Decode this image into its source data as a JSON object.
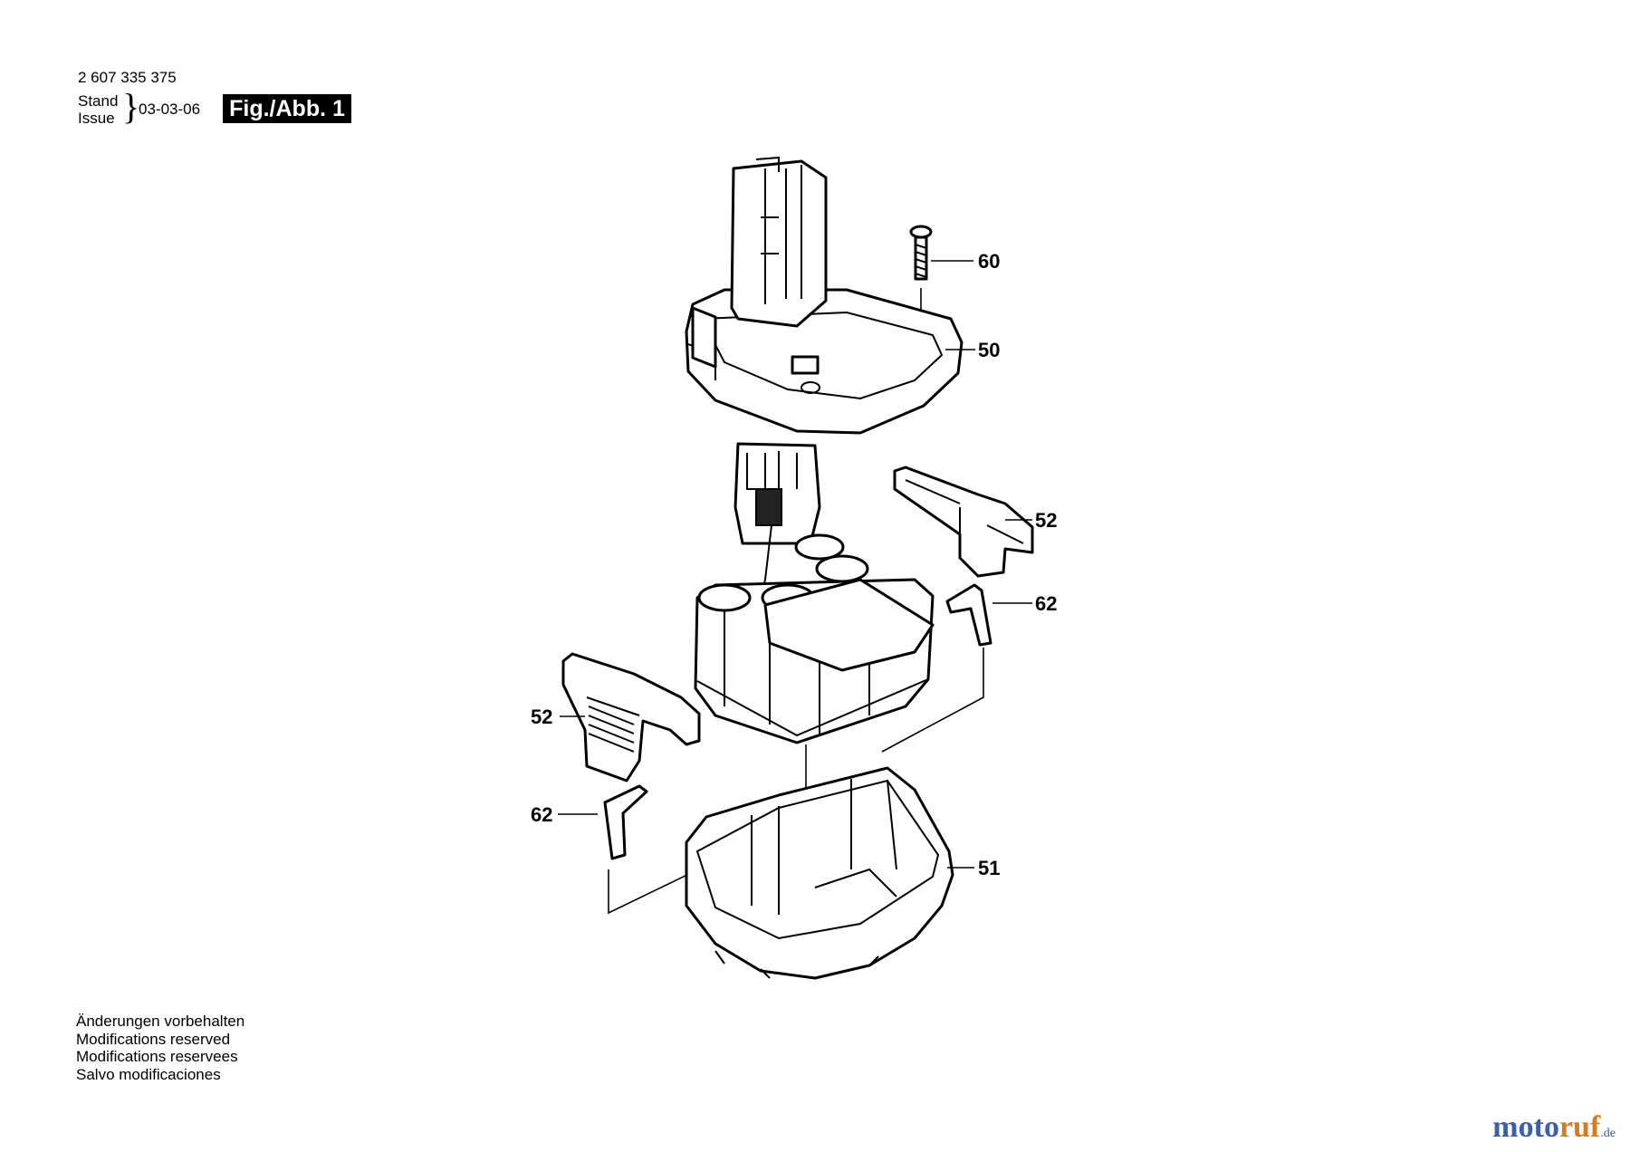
{
  "header": {
    "part_number": "2 607 335 375",
    "stand_label": "Stand",
    "issue_label": "Issue",
    "issue_date": "03-03-06",
    "figure_label": "Fig./Abb. 1"
  },
  "callouts": {
    "screw": "60",
    "top_housing": "50",
    "latch_right": "52",
    "spring_right": "62",
    "latch_left": "52",
    "spring_left": "62",
    "bottom_housing": "51"
  },
  "notes": [
    "Änderungen vorbehalten",
    "Modifications reserved",
    "Modifications reservees",
    "Salvo modificaciones"
  ],
  "watermark": {
    "part1": "moto",
    "part2": "ruf",
    "part3": ".de"
  }
}
